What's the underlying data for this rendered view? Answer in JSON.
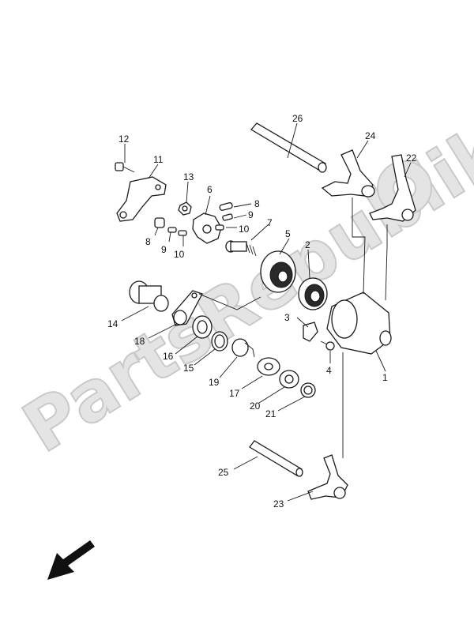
{
  "watermark": {
    "text": "PartsRepublik"
  },
  "callouts": [
    "1",
    "2",
    "3",
    "4",
    "5",
    "6",
    "7",
    "8",
    "8",
    "9",
    "9",
    "10",
    "10",
    "11",
    "12",
    "13",
    "14",
    "15",
    "16",
    "17",
    "18",
    "19",
    "20",
    "21",
    "22",
    "23",
    "24",
    "25",
    "26"
  ]
}
